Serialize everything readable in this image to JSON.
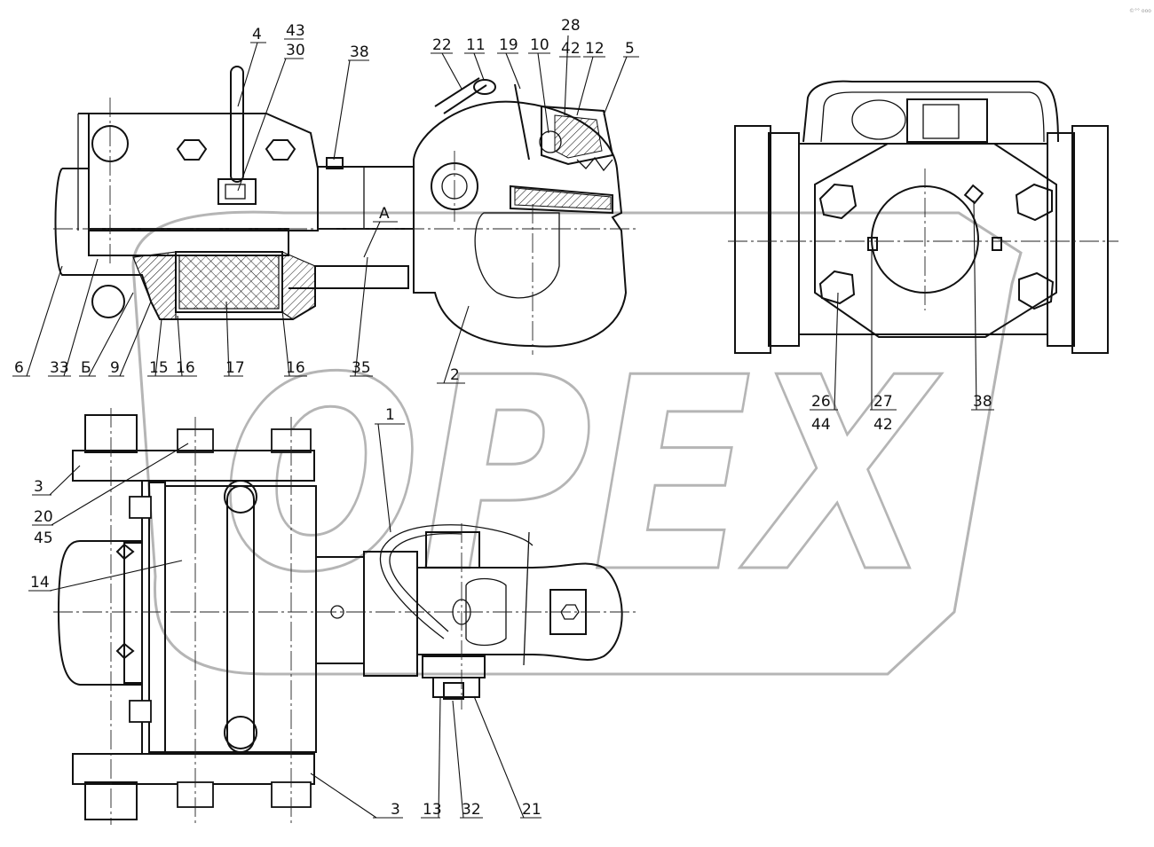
{
  "watermark": {
    "text": "OPEX",
    "color": "#b5b5b5"
  },
  "corner_mark": "©°° ooo",
  "line_color": "#111111",
  "views": {
    "side_view": {
      "callouts": [
        "4",
        "43",
        "30",
        "38",
        "22",
        "11",
        "19",
        "10",
        "28",
        "42",
        "12",
        "5",
        "A",
        "6",
        "33",
        "Б",
        "9",
        "15",
        "16",
        "17",
        "16",
        "35",
        "2"
      ]
    },
    "end_view": {
      "callouts": [
        "26",
        "44",
        "27",
        "42",
        "38"
      ]
    },
    "plan_view": {
      "callouts": [
        "1",
        "3",
        "20",
        "45",
        "14",
        "3",
        "13",
        "32",
        "21"
      ]
    }
  }
}
